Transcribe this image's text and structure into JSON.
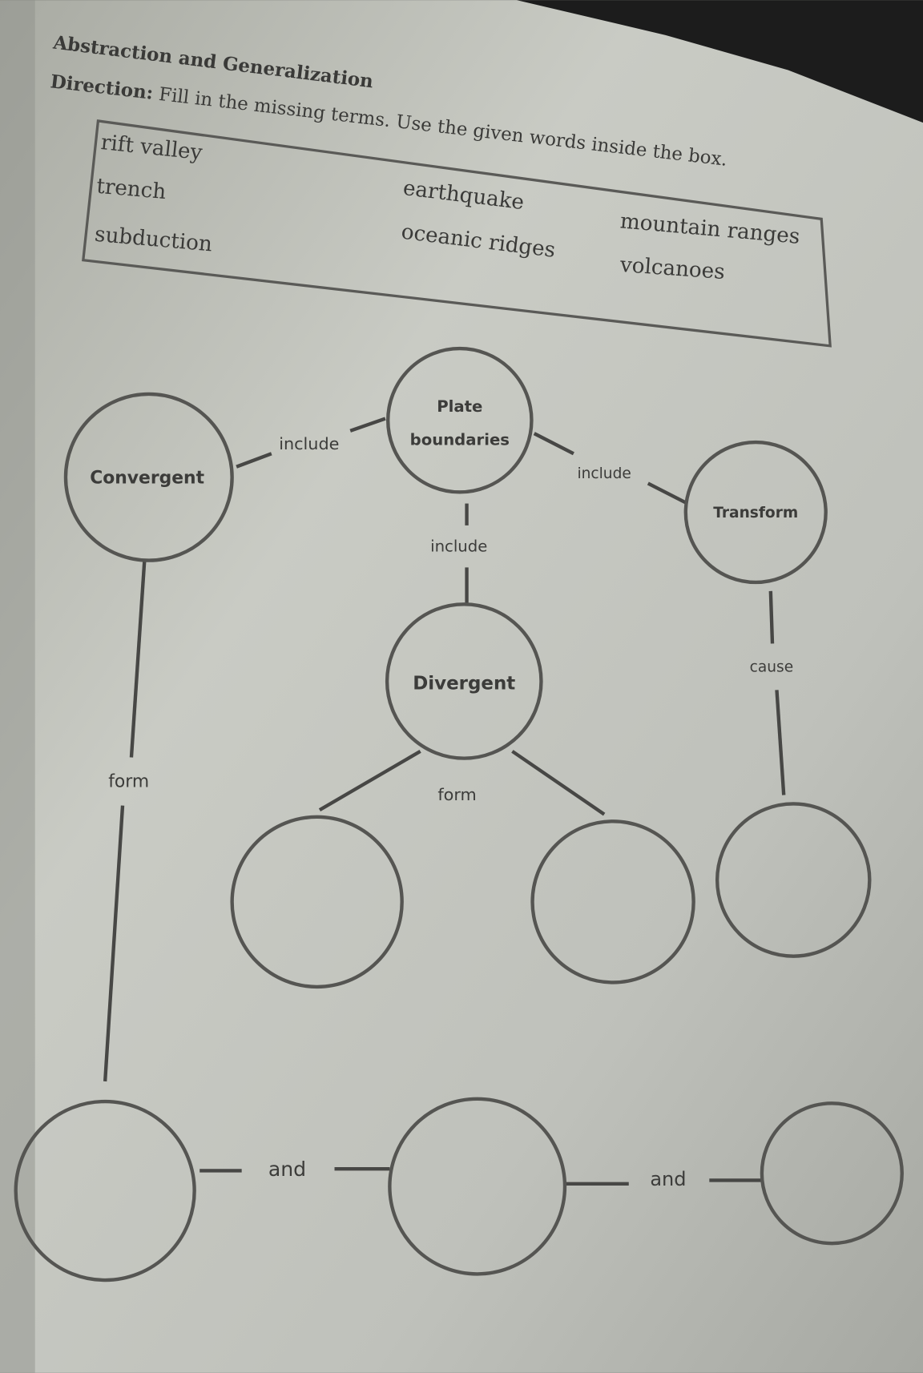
{
  "worksheet": {
    "section_title": "Abstraction and Generalization",
    "direction_label": "Direction:",
    "direction_text": " Fill in the missing terms. Use the given words inside the box.",
    "word_bank": [
      "rift valley",
      "trench",
      "subduction",
      "earthquake",
      "oceanic ridges",
      "mountain ranges",
      "volcanoes"
    ]
  },
  "concept_map": {
    "nodes": {
      "plate_boundaries_line1": "Plate",
      "plate_boundaries_line2": "boundaries",
      "convergent": "Convergent",
      "divergent": "Divergent",
      "transform": "Transform"
    },
    "links": {
      "include_left": "include",
      "include_right": "include",
      "include_center": "include",
      "form_convergent": "form",
      "form_divergent": "form",
      "cause_transform": "cause",
      "and_1": "and",
      "and_2": "and"
    }
  }
}
